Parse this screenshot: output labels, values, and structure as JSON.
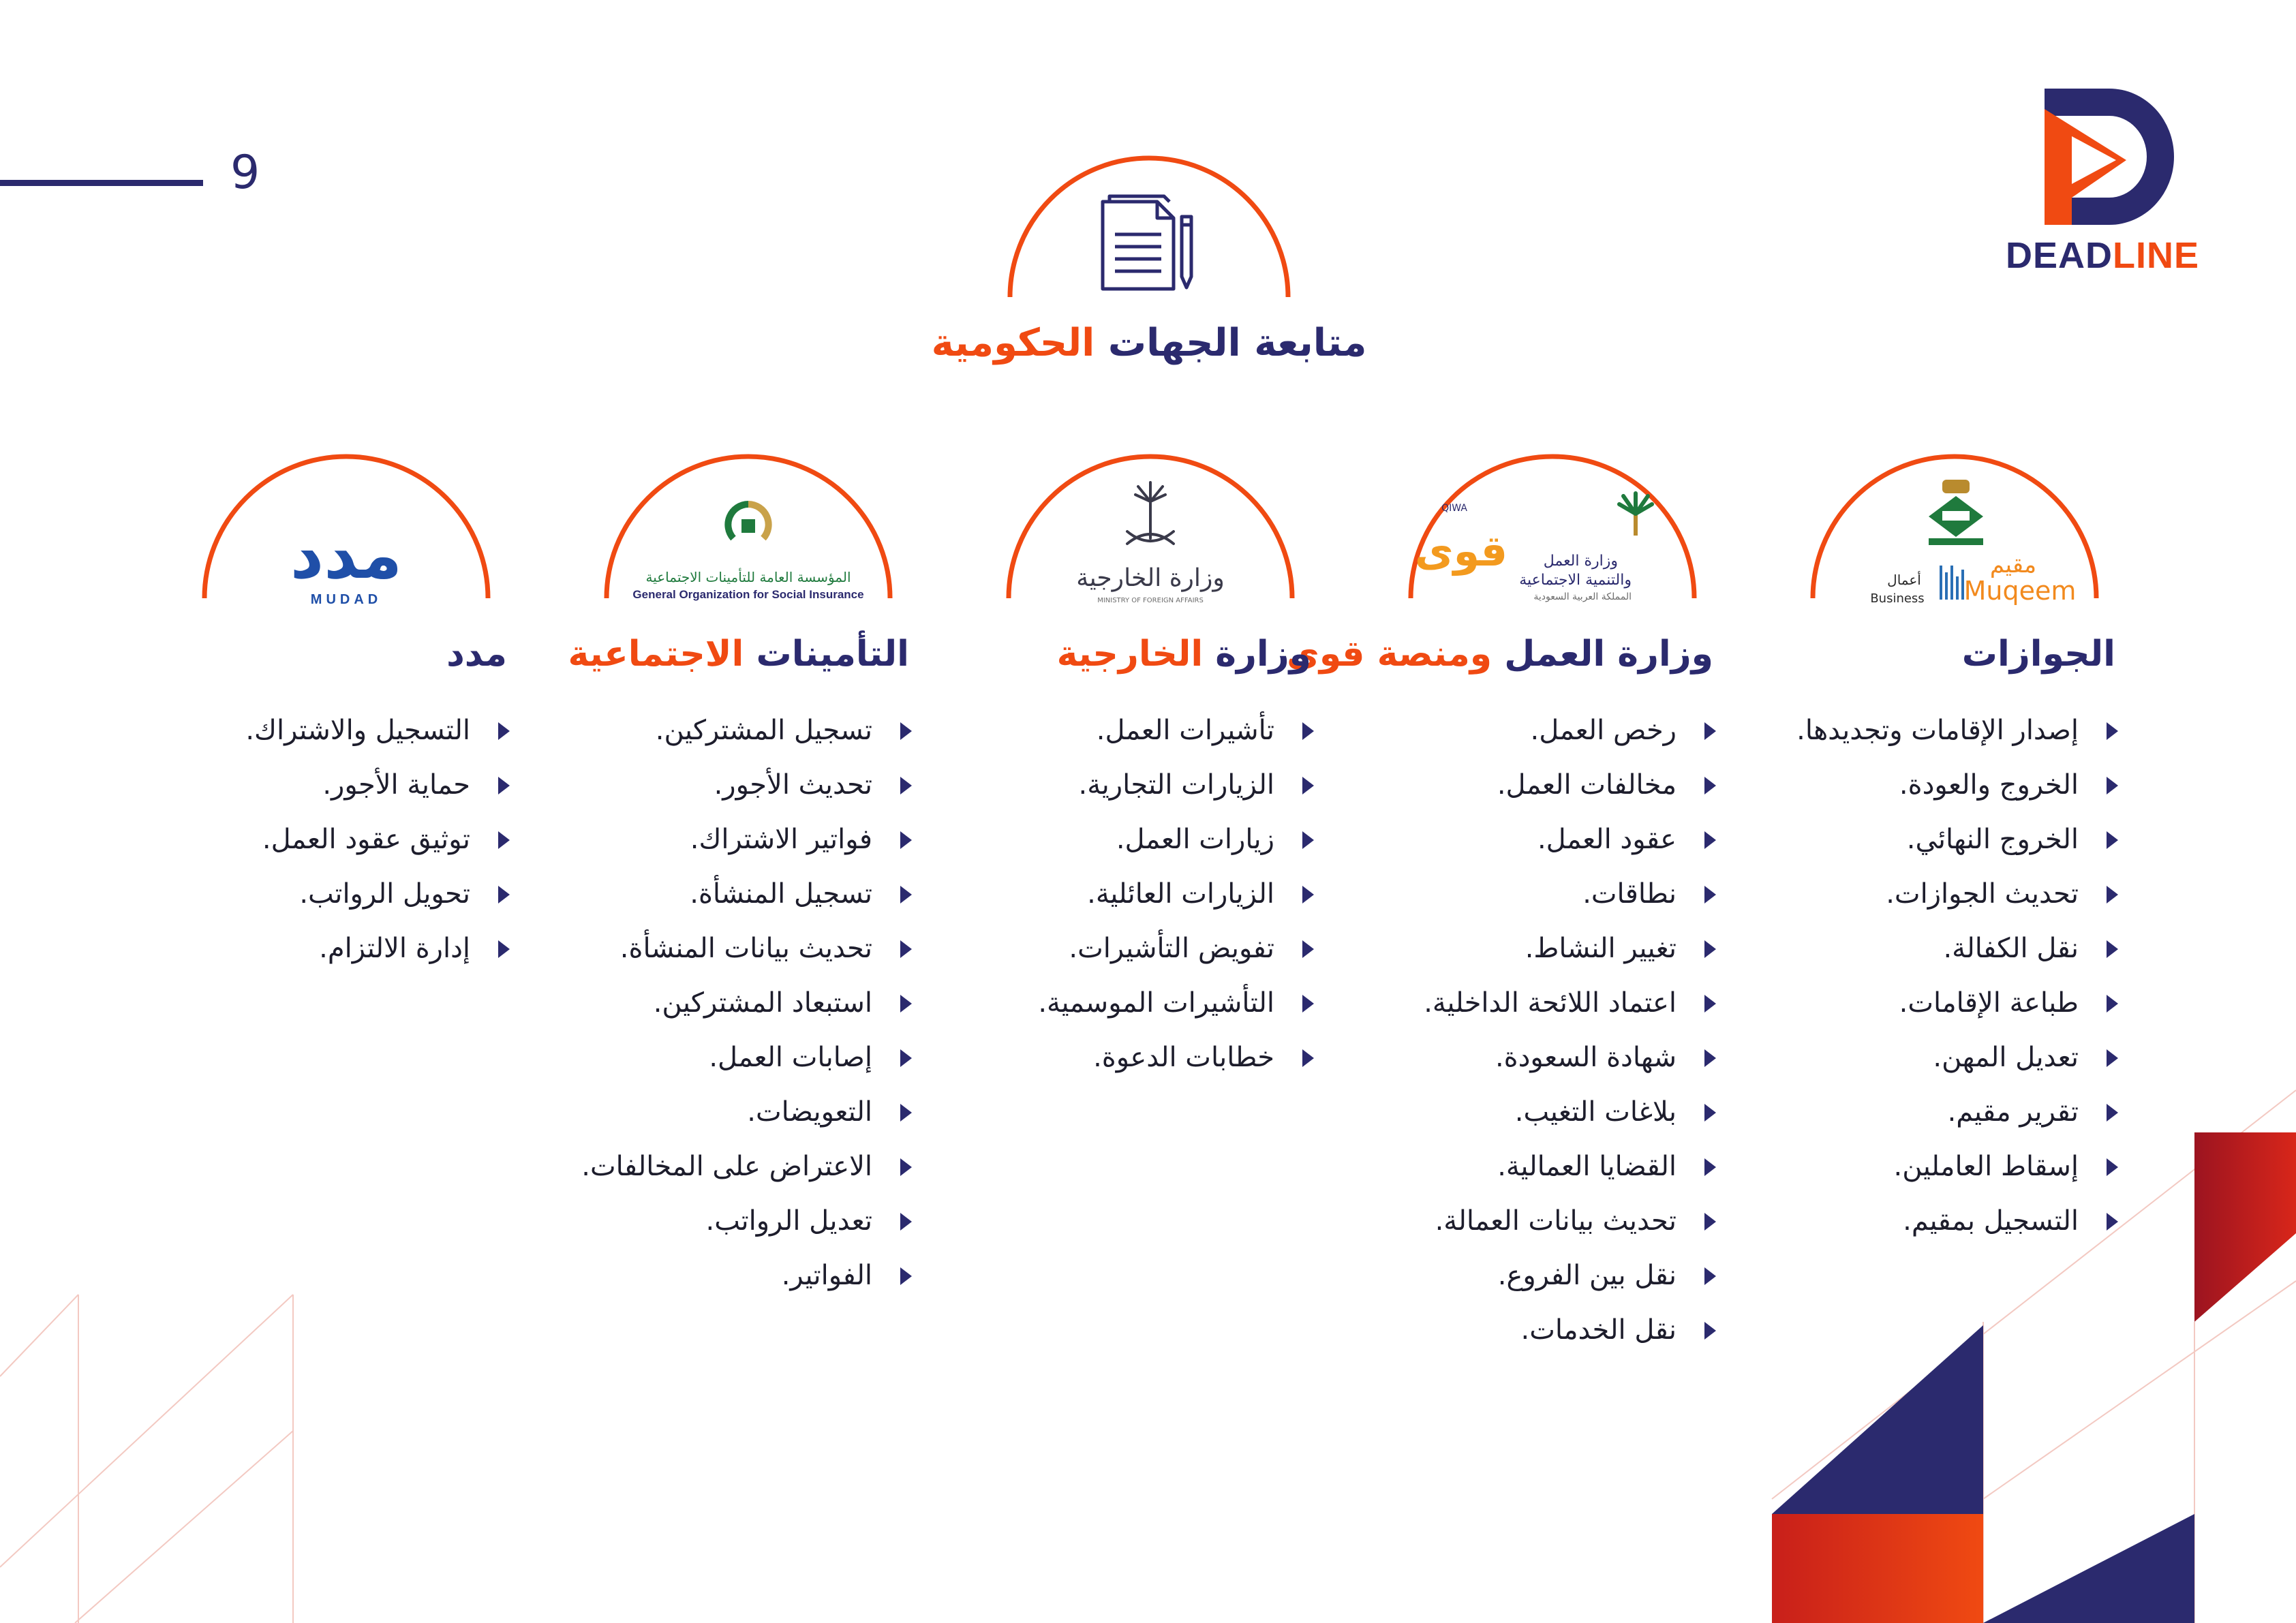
{
  "page_number": "9",
  "brand": {
    "word_part1": "DEAD",
    "word_part2": "LINE"
  },
  "colors": {
    "navy": "#2b2a6e",
    "orange": "#f04a12",
    "red": "#c9171d"
  },
  "header": {
    "icon": "document-pen-icon",
    "title_part1": "متابعة الجهات",
    "title_part2": "الحكومية"
  },
  "columns": [
    {
      "id": "jawazat",
      "title_part1": "الجوازات",
      "title_part2": "",
      "logo": {
        "text_ar": "مقيم",
        "text_en": "Muqeem",
        "sub_ar": "أعمال",
        "sub_en": "Business"
      },
      "items": [
        "إصدار الإقامات وتجديدها.",
        "الخروج والعودة.",
        "الخروج النهائي.",
        "تحديث الجوازات.",
        "نقل الكفالة.",
        "طباعة الإقامات.",
        "تعديل المهن.",
        "تقرير مقيم.",
        "إسقاط العاملين.",
        "التسجيل بمقيم."
      ]
    },
    {
      "id": "labor",
      "title_part1": "وزارة العمل",
      "title_part2": "ومنصة قوى",
      "logo": {
        "text_qiwa": "قوى",
        "label_qiwa": "QIWA",
        "ministry_line1": "وزارة العمل",
        "ministry_line2": "والتنمية الاجتماعية",
        "ministry_line3": "المملكة العربية السعودية"
      },
      "items": [
        "رخص العمل.",
        "مخالفات العمل.",
        "عقود العمل.",
        "نطاقات.",
        "تغيير النشاط.",
        "اعتماد اللائحة الداخلية.",
        "شهادة السعودة.",
        "بلاغات التغيب.",
        "القضايا العمالية.",
        "تحديث بيانات العمالة.",
        "نقل بين الفروع.",
        "نقل الخدمات."
      ]
    },
    {
      "id": "mofa",
      "title_part1": "وزارة",
      "title_part2": "الخارجية",
      "logo": {
        "text_ar": "وزارة الخارجية",
        "text_en": "MINISTRY OF FOREIGN AFFAIRS"
      },
      "items": [
        "تأشيرات العمل.",
        "الزيارات التجارية.",
        "زيارات العمل.",
        "الزيارات العائلية.",
        "تفويض التأشيرات.",
        "التأشيرات الموسمية.",
        "خطابات الدعوة."
      ]
    },
    {
      "id": "gosi",
      "title_part1": "التأمينات",
      "title_part2": "الاجتماعية",
      "logo": {
        "text_ar": "المؤسسة العامة للتأمينات الاجتماعية",
        "text_en": "General Organization for Social Insurance"
      },
      "items": [
        "تسجيل المشتركين.",
        "تحديث الأجور.",
        "فواتير الاشتراك.",
        "تسجيل المنشأة.",
        "تحديث بيانات المنشأة.",
        "استبعاد المشتركين.",
        "إصابات العمل.",
        "التعويضات.",
        "الاعتراض على المخالفات.",
        "تعديل الرواتب.",
        "الفواتير."
      ]
    },
    {
      "id": "mudad",
      "title_part1": "مدد",
      "title_part2": "",
      "logo": {
        "text_ar": "مدد",
        "text_en": "MUDAD"
      },
      "items": [
        "التسجيل والاشتراك.",
        "حماية الأجور.",
        "توثيق عقود العمل.",
        "تحويل الرواتب.",
        "إدارة الالتزام."
      ]
    }
  ]
}
